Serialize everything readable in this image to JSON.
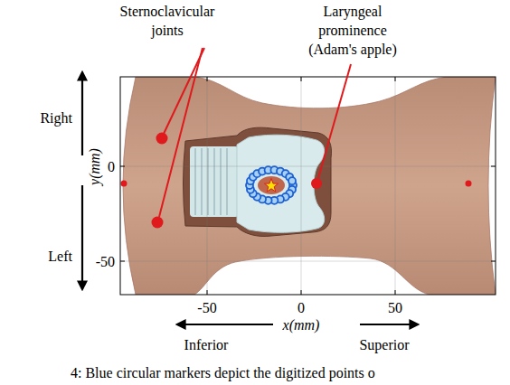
{
  "diagram": {
    "caption": "4: Blue circular markers depict the digitized points o",
    "labels": [
      "Sternoclavicular joints",
      "Laryngeal prominence (Adam's apple)",
      "Right",
      "Left",
      "y(mm)",
      "0",
      "-50",
      "-50",
      "0",
      "50",
      "x(mm)",
      "Inferior",
      "Superior"
    ]
  }
}
